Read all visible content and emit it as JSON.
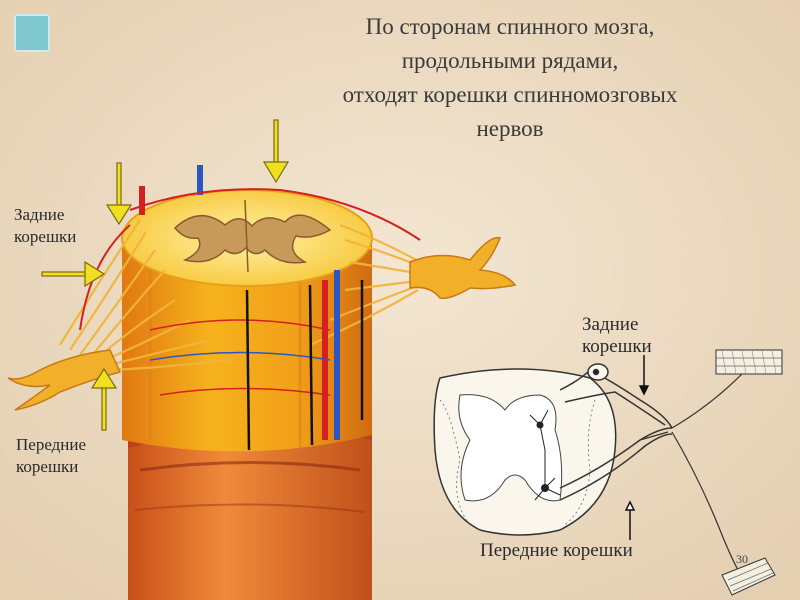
{
  "title": {
    "line1": "По сторонам спинного мозга,",
    "line2": "продольными рядами,",
    "line3": "отходят корешки спинномозговых",
    "line4": "нервов"
  },
  "left_labels": {
    "posterior_line1": "Задние",
    "posterior_line2": "корешки",
    "anterior_line1": "Передние",
    "anterior_line2": "корешки"
  },
  "right_labels": {
    "posterior_line1": "Задние",
    "posterior_line2": "корешки",
    "anterior": "Передние корешки"
  },
  "page_number": "30",
  "colors": {
    "background": "#ecdcc6",
    "accent_square": "#7fc8cf",
    "nerve": "#f0a020",
    "artery": "#d42020",
    "vein": "#2a56c8",
    "arrow": "#f0e020"
  }
}
